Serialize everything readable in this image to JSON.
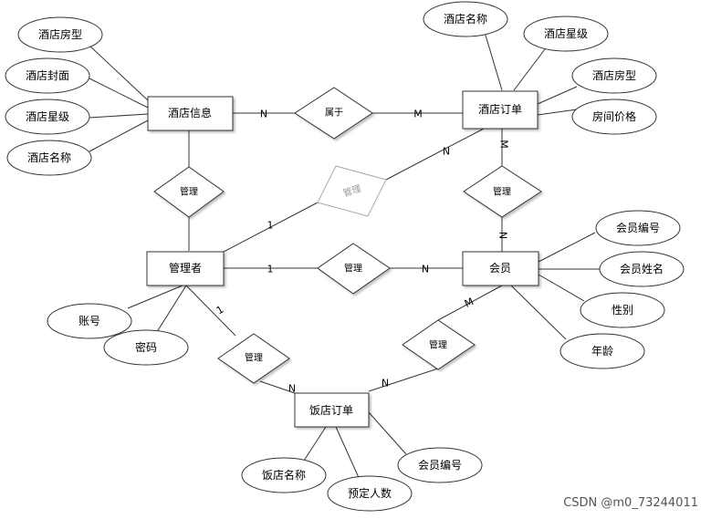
{
  "entities": {
    "hotel_info": "酒店信息",
    "hotel_order": "酒店订单",
    "admin": "管理者",
    "member": "会员",
    "restaurant_order": "饭店订单"
  },
  "relationships": {
    "belongs": "属于",
    "manage_left": "管理",
    "manage_diag": "管理",
    "manage_right": "管理",
    "manage_mid": "管理",
    "manage_bl": "管理",
    "manage_br": "管理"
  },
  "attributes": {
    "hi_room_type": "酒店房型",
    "hi_cover": "酒店封面",
    "hi_star": "酒店星级",
    "hi_name": "酒店名称",
    "ho_name": "酒店名称",
    "ho_star": "酒店星级",
    "ho_room_type": "酒店房型",
    "ho_price": "房间价格",
    "m_no": "会员编号",
    "m_name": "会员姓名",
    "m_gender": "性别",
    "m_age": "年龄",
    "a_account": "账号",
    "a_password": "密码",
    "ro_name": "饭店名称",
    "ro_count": "预定人数",
    "ro_member_no": "会员编号"
  },
  "cardinalities": {
    "c1": "N",
    "c2": "M",
    "c3": "N",
    "c4": "1",
    "c5": "M",
    "c6": "N",
    "c7": "1",
    "c8": "N",
    "c9": "1",
    "c10": "N",
    "c11": "N",
    "c12": "M"
  },
  "watermark": "CSDN @m0_73244011"
}
